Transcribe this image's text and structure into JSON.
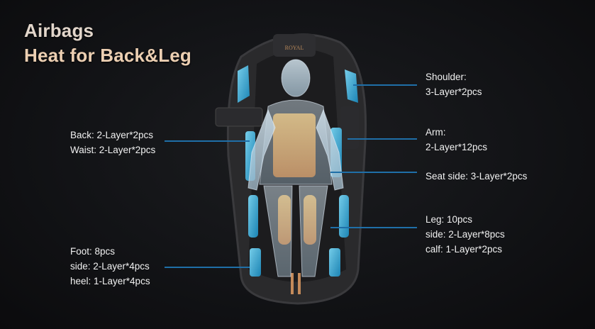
{
  "heading": {
    "line1": "Airbags",
    "line2": "Heat for Back&Leg"
  },
  "chair": {
    "brand_logo": "ROYAL"
  },
  "labels": {
    "shoulder": [
      "Shoulder:",
      "3-Layer*2pcs"
    ],
    "arm": [
      "Arm:",
      "2-Layer*12pcs"
    ],
    "seat_side": [
      "Seat side: 3-Layer*2pcs"
    ],
    "leg": [
      "Leg: 10pcs",
      "side: 2-Layer*8pcs",
      "calf: 1-Layer*2pcs"
    ],
    "back": [
      "Back: 2-Layer*2pcs",
      "Waist: 2-Layer*2pcs"
    ],
    "foot": [
      "Foot: 8pcs",
      "side: 2-Layer*4pcs",
      "heel: 1-Layer*4pcs"
    ]
  },
  "colors": {
    "airbag": "#3cc4f0",
    "heat": "#f39a1c",
    "leader_line": "#1f6fa8",
    "heading": "#eccfb2"
  }
}
